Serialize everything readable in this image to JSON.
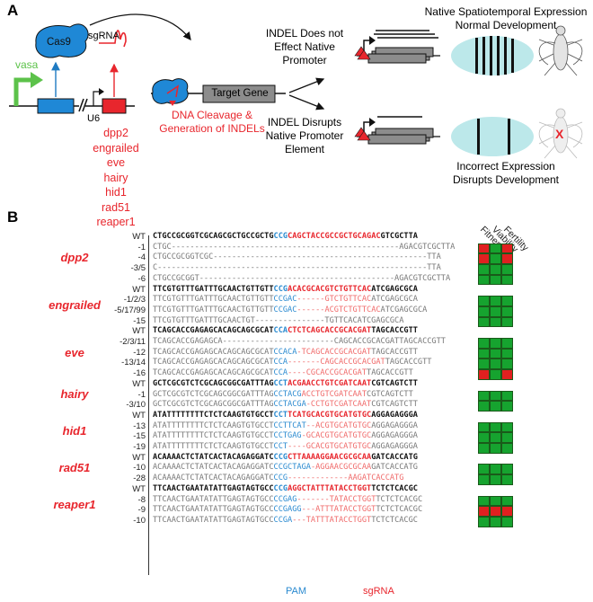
{
  "panel_a": {
    "label": "A",
    "vasa": "vasa",
    "cas9": "Cas9",
    "sgrna": "sgRNA",
    "u6": "U6",
    "genes": [
      "dpp2",
      "engrailed",
      "eve",
      "hairy",
      "hid1",
      "rad51",
      "reaper1"
    ],
    "cleavage": [
      "DNA Cleavage &",
      "Generation of INDELs"
    ],
    "target_gene": "Target Gene",
    "indel_no_effect": [
      "INDEL Does not",
      "Effect Native",
      "Promoter"
    ],
    "indel_disrupts": [
      "INDEL Disrupts",
      "Native Promoter",
      "Element"
    ],
    "native_expr": [
      "Native Spatiotemporal Expression",
      "Normal Development"
    ],
    "incorrect_expr": [
      "Incorrect Expression",
      "Disrupts Development"
    ],
    "x_mark": "X"
  },
  "panel_b": {
    "label": "B",
    "columns": [
      "Fitness",
      "Viability",
      "Fertility"
    ],
    "pam": "PAM",
    "sgrna": "sgRNA",
    "wt_label": "WT",
    "blocks": [
      {
        "gene": "dpp2",
        "wt": "CTGCCGCGGTCGCAGCGCTGCCGCTG|CCG|CAGCTACCGCCGCTGCAGAC|GTCGCTTA",
        "rows": [
          {
            "label": "-1",
            "seq": "CTGC-------------------------------------------------AGAC|GTCGCTTA",
            "fit": [
              "r",
              "g",
              "r"
            ]
          },
          {
            "label": "-4",
            "seq": "CTGCCGCGGTCGC----------------------------------------------TTA",
            "fit": [
              "r",
              "g",
              "r"
            ]
          },
          {
            "label": "-3/5",
            "seq": "C----------------------------------------------------------TTA",
            "fit": [
              "g",
              "g",
              "g"
            ]
          },
          {
            "label": "-6",
            "seq": "CTGCCGCGGT------------------------------------------AGAC|GTCGCTTA",
            "fit": [
              "g",
              "g",
              "g"
            ]
          }
        ]
      },
      {
        "gene": "engrailed",
        "wt": "TTCGTGTTTGATTTGCAACTGTTGTT|CCG|ACACGCACGTCTGTTCAC|ATCGAGCGCA",
        "rows": [
          {
            "label": "-1/2/3",
            "seq": "TTCGTGTTTGATTTGCAACTGTTGTT|CCGAC|------GTCTGTTCAC|ATCGAGCGCA",
            "fit": [
              "g",
              "g",
              "g"
            ]
          },
          {
            "label": "-5/17/99",
            "seq": "TTCGTGTTTGATTTGCAACTGTTGTT|CCGAC|------ACGTCTGTTCAC|ATCGAGCGCA",
            "fit": [
              "g",
              "g",
              "g"
            ]
          },
          {
            "label": "-15",
            "seq": "TTCGTGTTTGATTTGCAACTGT---------------TGTTCAC|ATCGAGCGCA",
            "fit": [
              "g",
              "g",
              "g"
            ]
          }
        ]
      },
      {
        "gene": "eve",
        "wt": "TCAGCACCGAGAGCACAGCAGCGCAT|CCA|CTCTCAGCACCGCACGAT|TAGCACCGTT",
        "rows": [
          {
            "label": "-2/3/11",
            "seq": "TCAGCACCGAGAGCA------------------------CAGCACCGCACGAT|TAGCACCGTT",
            "fit": [
              "g",
              "g",
              "g"
            ]
          },
          {
            "label": "-12",
            "seq": "TCAGCACCGAGAGCACAGCAGCGCAT|CCACA|-TCAGCACCGCACGAT|TAGCACCGTT",
            "fit": [
              "g",
              "g",
              "g"
            ]
          },
          {
            "label": "-13/14",
            "seq": "TCAGCACCGAGAGCACAGCAGCGCAT|CCA|-------CAGCACCGCACGAT|TAGCACCGTT",
            "fit": [
              "g",
              "g",
              "g"
            ]
          },
          {
            "label": "-16",
            "seq": "TCAGCACCGAGAGCACAGCAGCGCAT|CCA|----CGCACCGCACGAT|TAGCACCGTT",
            "fit": [
              "r",
              "g",
              "r"
            ]
          }
        ]
      },
      {
        "gene": "hairy",
        "wt": "GCTCGCGTCTCGCAGCGGCGATTTAG|CCT|ACGAACCTGTCGATCAAT|CGTCAGTCTT",
        "rows": [
          {
            "label": "-1",
            "seq": "GCTCGCGTCTCGCAGCGGCGATTTAG|CCTACG|ACCTGTCGATCAAT|CGTCAGTCTT",
            "fit": [
              "g",
              "g",
              "g"
            ]
          },
          {
            "label": "-3/10",
            "seq": "GCTCGCGTCTCGCAGCGGCGATTTAG|CCTACGA|-CCTGTCGATCAAT|CGTCAGTCTT",
            "fit": [
              "g",
              "g",
              "g"
            ]
          }
        ]
      },
      {
        "gene": "hid1",
        "wt": "ATATTTTTTTTCTCTCAAGTGTGCCT|CCT|TCATGCACGTGCATGTGC|AGGAGAGGGA",
        "rows": [
          {
            "label": "-13",
            "seq": "ATATTTTTTTTCTCTCAAGTGTGCCT|CCTTCAT|--ACGTGCATGTGC|AGGAGAGGGA",
            "fit": [
              "g",
              "g",
              "g"
            ]
          },
          {
            "label": "-15",
            "seq": "ATATTTTTTTTCTCTCAAGTGTGCCT|CCTGAG|-GCACGTGCATGTGC|AGGAGAGGGA",
            "fit": [
              "g",
              "g",
              "g"
            ]
          },
          {
            "label": "-19",
            "seq": "ATATTTTTTTTCTCTCAAGTGTGCCT|CCT|----GCACGTGCATGTGC|AGGAGAGGGA",
            "fit": [
              "g",
              "g",
              "g"
            ]
          }
        ]
      },
      {
        "gene": "rad51",
        "wt": "ACAAAACTCTATCACTACAGAGGATC|CCG|CTTAAAAGGAACGCGCAA|GATCACCATG",
        "rows": [
          {
            "label": "-10",
            "seq": "ACAAAACTCTATCACTACAGAGGATC|CCGCTAGA|-AGGAACGCGCAA|GATCACCATG",
            "fit": [
              "g",
              "g",
              "g"
            ]
          },
          {
            "label": "-28",
            "seq": "ACAAAACTCTATCACTACAGAGGATC|CCG|-------------AAGATCACCATG",
            "fit": [
              "g",
              "g",
              "g"
            ]
          }
        ]
      },
      {
        "gene": "reaper1",
        "wt": "TTCAACTGAATATATTGAGTAGTGCC|CCG|AGGCTATTTATACCTGGT|TCTCTCACGC",
        "rows": [
          {
            "label": "-8",
            "seq": "TTCAACTGAATATATTGAGTAGTGCC|CCGAG|-------TATACCTGGT|TCTCTCACGC",
            "fit": [
              "g",
              "g",
              "g"
            ]
          },
          {
            "label": "-9",
            "seq": "TTCAACTGAATATATTGAGTAGTGCC|CCGAGG|---ATTTATACCTGGT|TCTCTCACGC",
            "fit": [
              "r",
              "r",
              "r"
            ]
          },
          {
            "label": "-10",
            "seq": "TTCAACTGAATATATTGAGTAGTGCC|CCGA|---TATTTATACCTGGT|TCTCTCACGC",
            "fit": [
              "g",
              "g",
              "g"
            ]
          }
        ]
      }
    ]
  }
}
